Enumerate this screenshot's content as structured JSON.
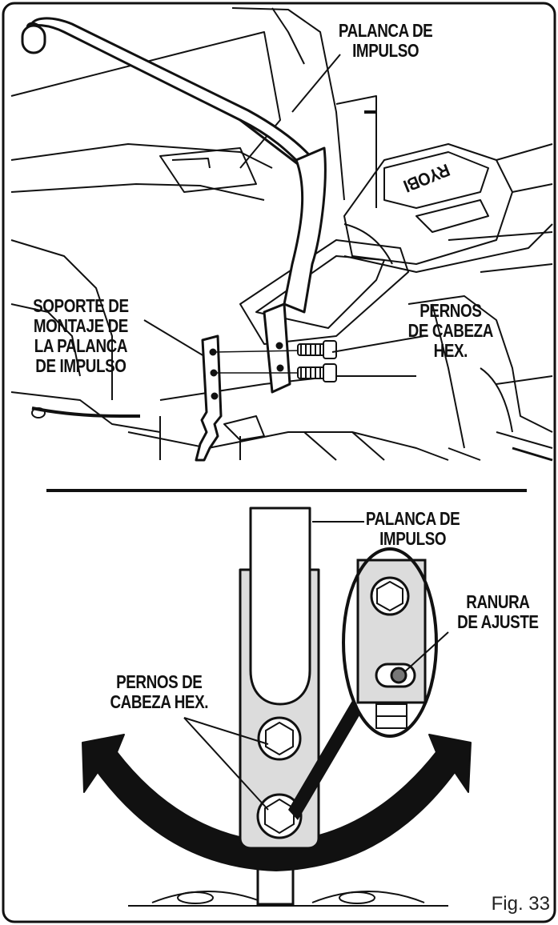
{
  "top_view": {
    "lever_label": [
      "PALANCA DE",
      "IMPULSO"
    ],
    "bracket_label": [
      "SOPORTE DE",
      "MONTAJE DE",
      "LA PALANCA",
      "DE IMPULSO"
    ],
    "bolts_label": [
      "PERNOS",
      "DE CABEZA",
      "HEX."
    ],
    "brand_mark": "RYOBI"
  },
  "bottom_view": {
    "lever_label": [
      "PALANCA DE",
      "IMPULSO"
    ],
    "slot_label": [
      "RANURA",
      "DE AJUSTE"
    ],
    "bolts_label": [
      "PERNOS DE",
      "CABEZA HEX."
    ]
  },
  "figure_number": "Fig. 33",
  "colors": {
    "ink": "#111111",
    "plate_fill": "#dcdcdc",
    "slot_fill": "#777777"
  }
}
